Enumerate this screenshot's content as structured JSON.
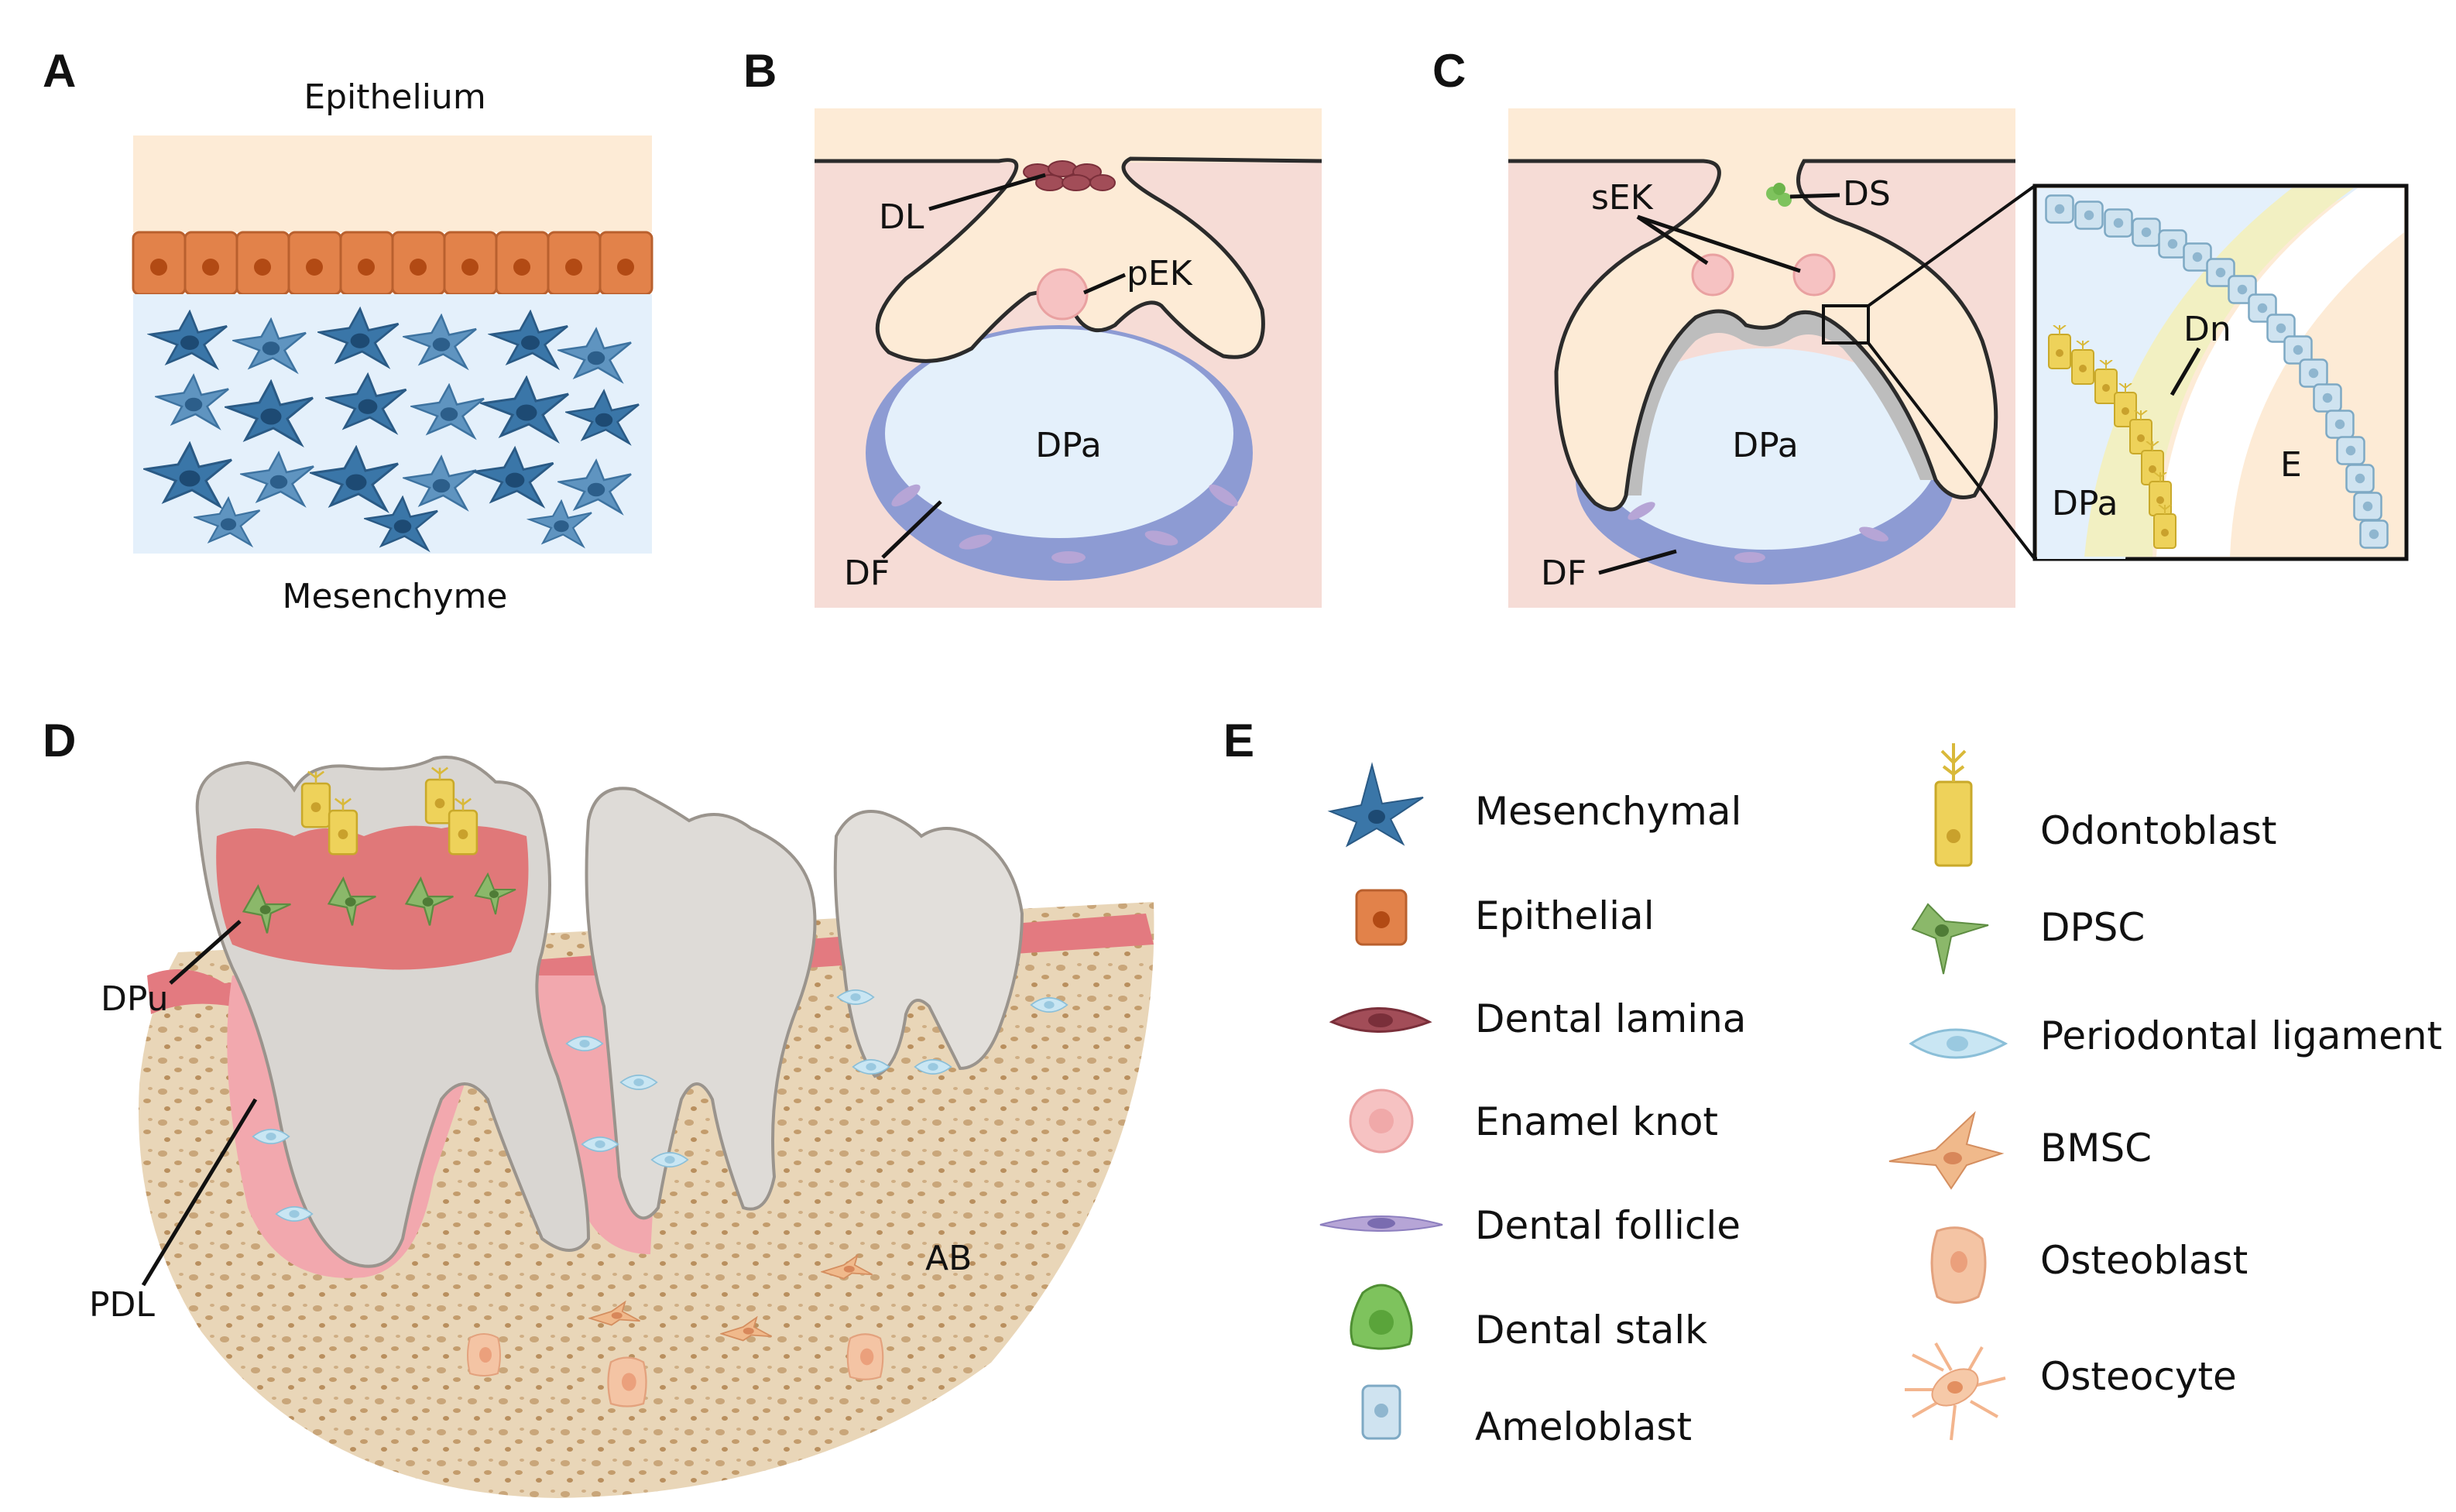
{
  "panels": {
    "a": {
      "letter": "A",
      "top_label": "Epithelium",
      "bottom_label": "Mesenchyme"
    },
    "b": {
      "letter": "B",
      "labels": {
        "dl": "DL",
        "pek": "pEK",
        "dpa": "DPa",
        "df": "DF"
      }
    },
    "c": {
      "letter": "C",
      "labels": {
        "sek": "sEK",
        "ds": "DS",
        "dpa": "DPa",
        "df": "DF",
        "dn": "Dn",
        "e": "E",
        "inset_dpa": "DPa"
      }
    },
    "d": {
      "letter": "D",
      "labels": {
        "dpu": "DPu",
        "pdl": "PDL",
        "ab": "AB"
      }
    },
    "e": {
      "letter": "E",
      "legend_left": [
        {
          "icon": "mesenchymal-cell-icon",
          "label": "Mesenchymal"
        },
        {
          "icon": "epithelial-cell-icon",
          "label": "Epithelial"
        },
        {
          "icon": "dental-lamina-cell-icon",
          "label": "Dental lamina"
        },
        {
          "icon": "enamel-knot-cell-icon",
          "label": "Enamel knot"
        },
        {
          "icon": "dental-follicle-cell-icon",
          "label": "Dental follicle"
        },
        {
          "icon": "dental-stalk-cell-icon",
          "label": "Dental stalk"
        },
        {
          "icon": "ameloblast-cell-icon",
          "label": "Ameloblast"
        }
      ],
      "legend_right": [
        {
          "icon": "odontoblast-cell-icon",
          "label": "Odontoblast"
        },
        {
          "icon": "dpsc-cell-icon",
          "label": "DPSC"
        },
        {
          "icon": "periodontal-ligament-cell-icon",
          "label": "Periodontal ligament"
        },
        {
          "icon": "bmsc-cell-icon",
          "label": "BMSC"
        },
        {
          "icon": "osteoblast-cell-icon",
          "label": "Osteoblast"
        },
        {
          "icon": "osteocyte-cell-icon",
          "label": "Osteocyte"
        }
      ]
    }
  },
  "colors": {
    "epithelium_bg": "#fdebd6",
    "mesenchyme_bg": "#e4f0fb",
    "epithelial_cell": "#e2824a",
    "mesenchymal_cell": "#3a76a8",
    "dental_lamina": "#a24d58",
    "enamel_knot": "#f6c2c2",
    "dental_follicle": "#8d9bd3",
    "dental_stalk": "#7ec35d",
    "ameloblast": "#bcd8ea",
    "odontoblast": "#eed25a",
    "dpsc": "#8bb86a",
    "pdl": "#c9e6f3",
    "bmsc": "#f0b98b",
    "osteoblast": "#f4c4a4",
    "tissue_pink": "#f6dcd6",
    "gum_red": "#e37a80",
    "bone": "#e2c9a4"
  }
}
